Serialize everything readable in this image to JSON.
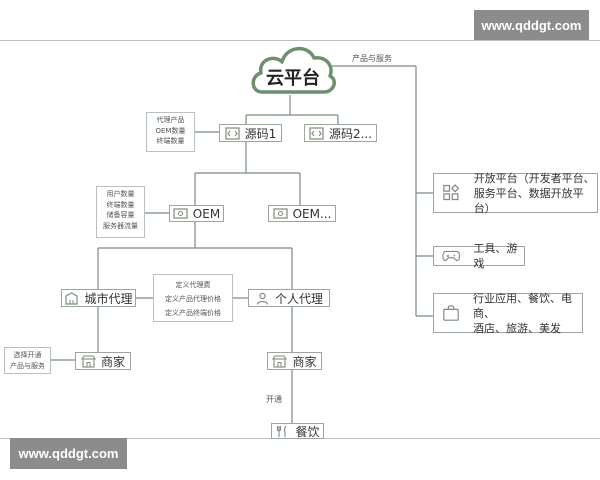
{
  "watermarks": {
    "top": "www.qddgt.com",
    "bottom": "www.qddgt.com"
  },
  "cloud": {
    "label": "云平台"
  },
  "edge_labels": {
    "products_services": "产品与服务",
    "open": "开通"
  },
  "nodes": {
    "source1": "源码1",
    "source2": "源码2...",
    "oem1": "OEM",
    "oem2": "OEM...",
    "city_agent": "城市代理",
    "personal_agent": "个人代理",
    "merchant_left": "商家",
    "merchant_right": "商家",
    "catering": "餐饮"
  },
  "notes": {
    "source": [
      "代理产品",
      "OEM数量",
      "终端数量"
    ],
    "oem": [
      "用户数量",
      "终端数量",
      "储备容量",
      "服务器流量"
    ],
    "pricing": [
      "定义代理费",
      "定义产品代理价格",
      "定义产品终端价格"
    ],
    "merchant": [
      "选择开通",
      "产品与服务"
    ]
  },
  "services": {
    "open_platform": {
      "line1": "开放平台（开发者平台、",
      "line2": "服务平台、数据开放平台）"
    },
    "tools": {
      "line1": "工具、游戏"
    },
    "industry": {
      "line1": "行业应用、餐饮、电商、",
      "line2": "酒店、旅游、美发"
    }
  },
  "colors": {
    "line": "#7d8c7d",
    "cloud_stroke": "#6f8f6f",
    "box_border": "#9aa79a",
    "watermark_bg": "#8c8c8c"
  }
}
